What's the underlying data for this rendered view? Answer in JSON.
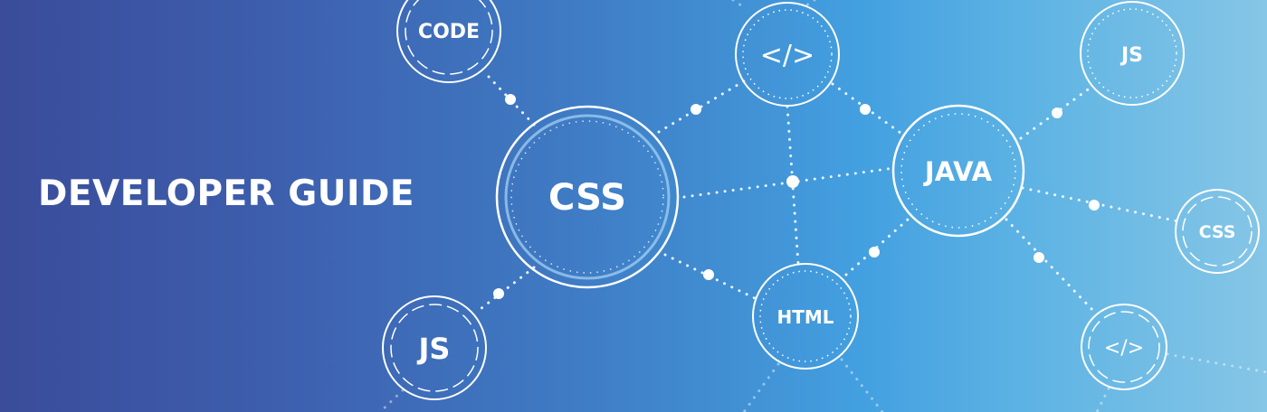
{
  "banner": {
    "title": "DEVELOPER GUIDE",
    "colors": {
      "gradient_start": "#3a4c9a",
      "gradient_mid": "#43a0e0",
      "gradient_end": "#86c6e6",
      "line": "#ffffff"
    },
    "nodes": {
      "code": "CODE",
      "tag_top": "</>",
      "js_top": "JS",
      "css_main": "CSS",
      "java": "JAVA",
      "css_small": "CSS",
      "js_bottom": "JS",
      "html": "HTML",
      "tag_bottom": "</>"
    }
  }
}
